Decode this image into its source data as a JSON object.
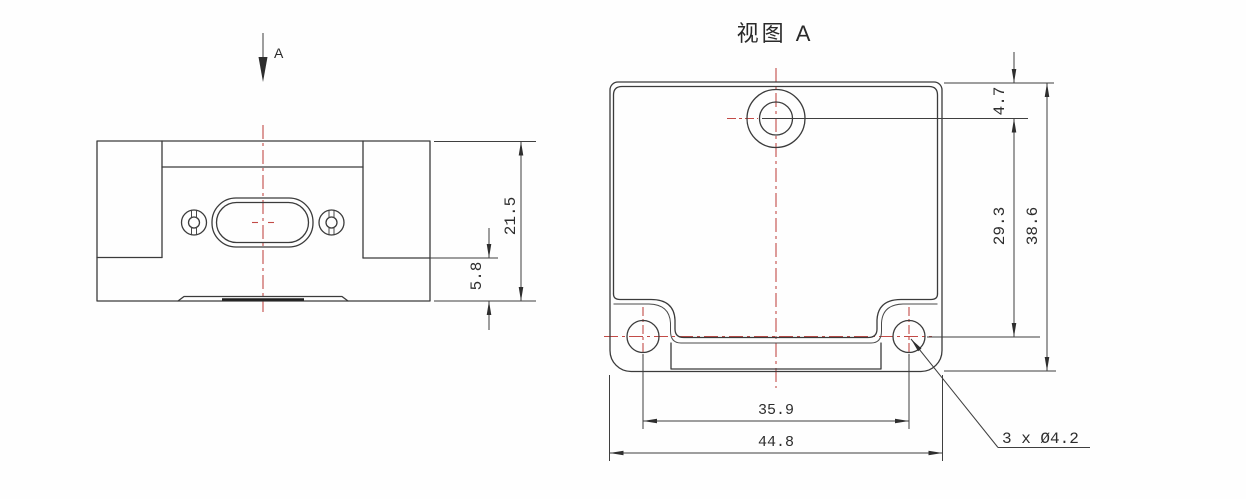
{
  "drawing": {
    "type": "mechanical-engineering-drawing",
    "colors": {
      "line": "#3b3b3b",
      "centerline": "#c24b47",
      "background": "#fefefe"
    },
    "left_view": {
      "section_arrow_label": "A",
      "dim_overall_height": "21.5",
      "dim_base_height": "5.8"
    },
    "right_view": {
      "title": "视图 A",
      "dim_top_edge_to_hole": "4.7",
      "dim_hole_to_hole_vertical": "29.3",
      "dim_overall_height": "38.6",
      "dim_hole_to_hole_horizontal": "35.9",
      "dim_overall_width": "44.8",
      "hole_callout": "3 x Ø4.2"
    }
  }
}
